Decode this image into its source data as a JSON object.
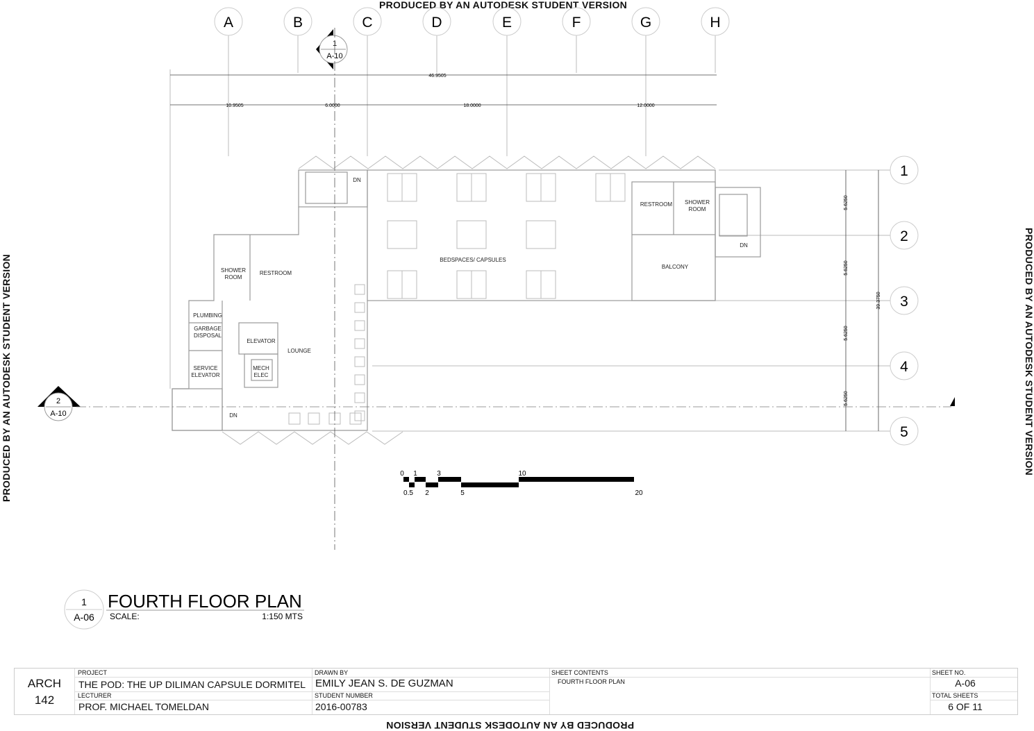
{
  "watermark": "PRODUCED BY AN AUTODESK STUDENT VERSION",
  "grid_columns": [
    "A",
    "B",
    "C",
    "D",
    "E",
    "F",
    "G",
    "H"
  ],
  "grid_rows": [
    "1",
    "2",
    "3",
    "4",
    "5"
  ],
  "dimensions": {
    "overall_width": "46.9505",
    "segments": [
      "10.9505",
      "6.0000",
      "18.0000",
      "12.0000"
    ],
    "row_spacing": [
      "5.6250",
      "5.6250",
      "5.6250",
      "5.6250"
    ],
    "overall_depth": "39.3750"
  },
  "section_markers": [
    {
      "number": "1",
      "sheet": "A-10"
    },
    {
      "number": "2",
      "sheet": "A-10"
    }
  ],
  "rooms": {
    "dn_top": "DN",
    "restroom_right": "RESTROOM",
    "shower_right": [
      "SHOWER",
      "ROOM"
    ],
    "dn_right": "DN",
    "bedspaces": "BEDSPACES/ CAPSULES",
    "balcony": "BALCONY",
    "shower_left": [
      "SHOWER",
      "ROOM"
    ],
    "restroom_left": "RESTROOM",
    "plumbing": "PLUMBING",
    "garbage": [
      "GARBAGE",
      "DISPOSAL"
    ],
    "elevator": "ELEVATOR",
    "lounge": "LOUNGE",
    "mech": [
      "MECH",
      "ELEC"
    ],
    "service_elevator": [
      "SERVICE",
      "ELEVATOR"
    ],
    "dn_bottom": "DN"
  },
  "scale_bar": {
    "top_labels": [
      "0",
      "1",
      "3",
      "10"
    ],
    "bottom_labels": [
      "0.5",
      "2",
      "5",
      "20"
    ]
  },
  "drawing_title": {
    "number": "1",
    "sheet": "A-06",
    "title": "FOURTH FLOOR PLAN",
    "scale_label": "SCALE:",
    "scale_value": "1:150 MTS"
  },
  "title_block": {
    "course": [
      "ARCH",
      "142"
    ],
    "project_label": "PROJECT",
    "project": "THE POD: THE UP DILIMAN CAPSULE DORMITEL",
    "lecturer_label": "LECTURER",
    "lecturer": "PROF. MICHAEL TOMELDAN",
    "drawn_by_label": "DRAWN BY",
    "drawn_by": "EMILY JEAN S. DE GUZMAN",
    "student_number_label": "STUDENT NUMBER",
    "student_number": "2016-00783",
    "sheet_contents_label": "SHEET CONTENTS",
    "sheet_contents": "FOURTH FLOOR PLAN",
    "sheet_no_label": "SHEET NO.",
    "sheet_no": "A-06",
    "total_sheets_label": "TOTAL SHEETS",
    "total_sheets": "6 OF 11"
  }
}
